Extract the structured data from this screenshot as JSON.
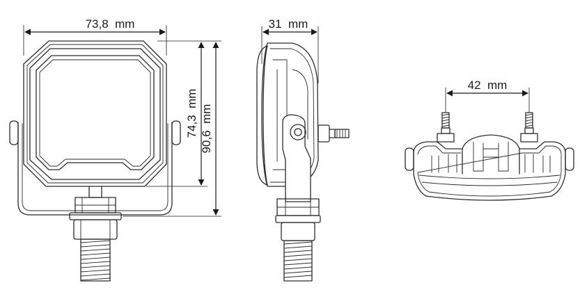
{
  "dimensions": {
    "front_width": "73,8  mm",
    "front_inner_height": "74,3  mm",
    "front_total_height": "90,6  mm",
    "side_depth": "31  mm",
    "stud_spacing": "42  mm"
  },
  "colors": {
    "line": "#2b2b2b",
    "background": "#ffffff"
  }
}
